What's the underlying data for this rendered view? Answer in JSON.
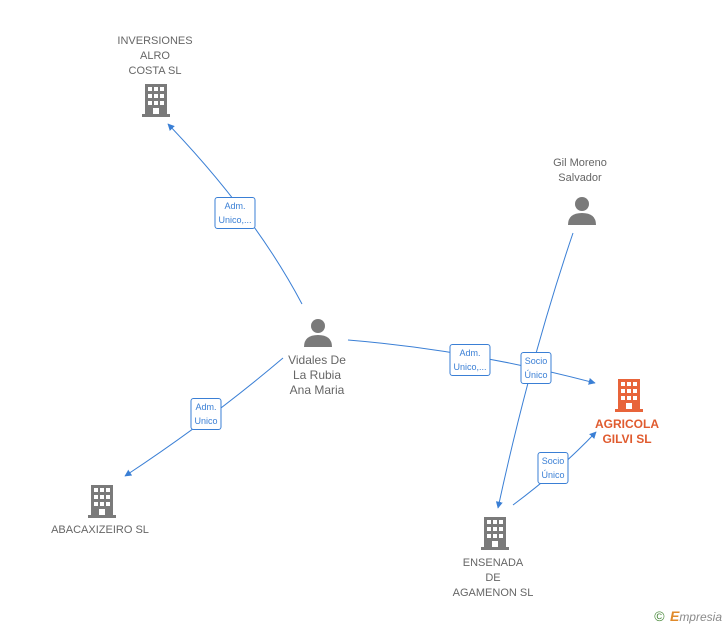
{
  "nodes": {
    "inversiones": {
      "label": "INVERSIONES\nALRO\nCOSTA  SL"
    },
    "gil": {
      "label": "Gil Moreno\nSalvador"
    },
    "vidales": {
      "label": "Vidales De\nLa Rubia\nAna Maria"
    },
    "agricola": {
      "label": "AGRICOLA\nGILVI  SL"
    },
    "abacaxizeiro": {
      "label": "ABACAXIZEIRO SL"
    },
    "ensenada": {
      "label": "ENSENADA\nDE\nAGAMENON  SL"
    }
  },
  "edges": {
    "vidales_inversiones": {
      "label": "Adm.\nUnico,..."
    },
    "vidales_agricola": {
      "label": "Adm.\nUnico,..."
    },
    "gil_ensenada": {
      "label": "Socio\nÚnico"
    },
    "vidales_abacaxizeiro": {
      "label": "Adm.\nUnico"
    },
    "ensenada_agricola": {
      "label": "Socio\nÚnico"
    }
  },
  "colors": {
    "edge": "#3a7fd5",
    "node_gray": "#7a7a7a",
    "node_focus": "#e8643a"
  },
  "footer": {
    "copyright": "©",
    "brand_e": "E",
    "brand_rest": "mpresia"
  }
}
